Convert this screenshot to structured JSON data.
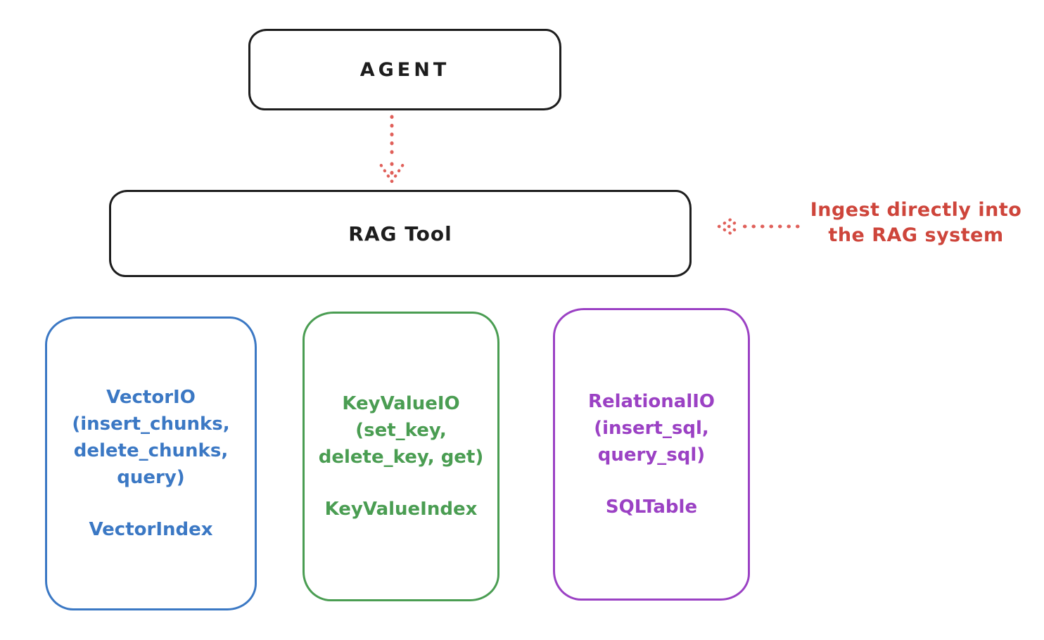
{
  "diagram": {
    "title": "RAG Tool architecture diagram",
    "background": "#ffffff"
  },
  "colors": {
    "ink": "#1d1d1d",
    "red_text": "#ce453b",
    "red_arrow": "#e0605a",
    "blue": "#3b78c4",
    "green": "#4a9d52",
    "purple": "#9b41c4"
  },
  "agent": {
    "label": "AGENT"
  },
  "rag_tool": {
    "label": "RAG Tool"
  },
  "annotation": {
    "text": "Ingest directly into\nthe RAG system"
  },
  "backends": [
    {
      "id": "vector-io",
      "color": "#3b78c4",
      "body": "VectorIO\n(insert_chunks,\ndelete_chunks,\nquery)",
      "footer": "VectorIndex"
    },
    {
      "id": "keyvalue-io",
      "color": "#4a9d52",
      "body": "KeyValueIO\n(set_key,\ndelete_key, get)",
      "footer": "KeyValueIndex"
    },
    {
      "id": "relational-io",
      "color": "#9b41c4",
      "body": "RelationalIO\n(insert_sql,\nquery_sql)",
      "footer": "SQLTable"
    }
  ],
  "arrows": [
    {
      "id": "agent-to-rag-tool",
      "direction": "down",
      "style": "dotted",
      "color": "#e0605a"
    },
    {
      "id": "ingest-into-rag-tool",
      "direction": "left",
      "style": "dotted",
      "color": "#e0605a"
    }
  ]
}
